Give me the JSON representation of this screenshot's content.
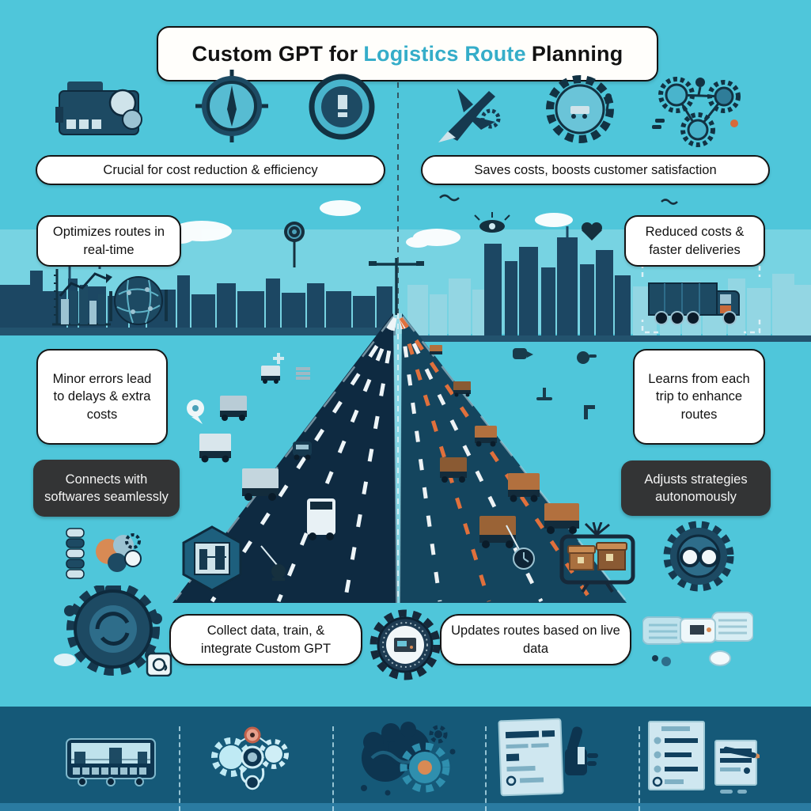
{
  "title": {
    "prefix": "Custom GPT for",
    "highlight": "Logistics Route",
    "suffix": "Planning"
  },
  "callouts": {
    "left_benefit": "Crucial for cost reduction & efficiency",
    "right_benefit": "Saves costs, boosts customer satisfaction",
    "left_feature": "Optimizes routes in real-time",
    "right_feature": "Reduced costs & faster deliveries",
    "left_risk": "Minor errors lead to delays & extra costs",
    "right_learning": "Learns from each trip to enhance routes",
    "left_integration": "Connects with softwares seamlessly",
    "right_autonomy": "Adjusts strategies autonomously",
    "left_workflow": "Collect data, train, & integrate Custom GPT",
    "right_updates": "Updates routes based on live data"
  },
  "colors": {
    "background": "#4fc6da",
    "accent": "#35adc9",
    "dark_box": "#333435",
    "bottom_band": "#155978",
    "road_left": "#0e2a41",
    "road_right": "#14455e",
    "lane_orange": "#e0703c",
    "skyline": "#1c4763"
  },
  "icons": {
    "top_left": [
      "engine-machinery-icon",
      "compass-target-icon",
      "token-ring-icon"
    ],
    "top_right": [
      "airplane-gear-icon",
      "module-ring-icon",
      "gear-network-icon"
    ],
    "mid_left": [
      "bar-chart-trend-icon",
      "route-sphere-icon"
    ],
    "mid_right": [
      "truck-blueprint-icon"
    ],
    "lower_left": [
      "brain-gears-icon",
      "hexagon-circuit-icon",
      "gear-mechanism-icon"
    ],
    "lower_center": [
      "camera-gauge-icon"
    ],
    "lower_right": [
      "monitor-packages-icon",
      "goggles-gear-icon",
      "drone-scanner-icon"
    ],
    "bottom_band": [
      "truck-display-icon",
      "gears-camera-icon",
      "brain-gear-dark-icon",
      "route-doc-thumbsup-icon",
      "checklist-pen-icon"
    ]
  }
}
